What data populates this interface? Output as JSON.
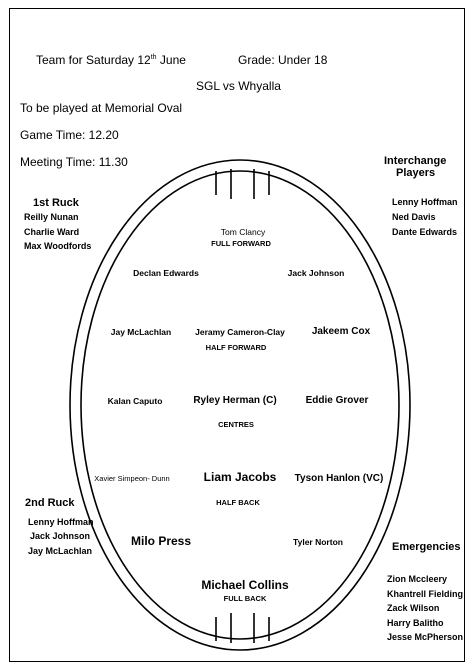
{
  "header": {
    "team_for": "Team for  Saturday 12",
    "team_for_sup": "th",
    "team_for_month": " June",
    "grade": "Grade: Under 18",
    "match": "SGL vs Whyalla",
    "venue": "To be played at Memorial Oval",
    "game_time": "Game Time: 12.20",
    "meeting_time": "Meeting Time: 11.30"
  },
  "interchange": {
    "title_1": "Interchange",
    "title_2": "Players",
    "players": [
      "Lenny Hoffman",
      "Ned Davis",
      "Dante Edwards"
    ]
  },
  "first_ruck": {
    "title": "1st Ruck",
    "players": [
      "Reilly Nunan",
      "Charlie Ward",
      "Max Woodfords"
    ]
  },
  "second_ruck": {
    "title": "2nd Ruck",
    "players": [
      "Lenny Hoffman",
      "Jack Johnson",
      "Jay McLachlan"
    ]
  },
  "emergencies": {
    "title": "Emergencies",
    "players": [
      "Zion Mccleery",
      "Khantrell Fielding",
      "Zack Wilson",
      "Harry Balitho",
      "Jesse McPherson"
    ]
  },
  "field": {
    "full_forward_name": "Tom Clancy",
    "full_forward_label": "FULL FORWARD",
    "fwd_pocket_left": "Declan Edwards",
    "fwd_pocket_right": "Jack Johnson",
    "hf_left": "Jay McLachlan",
    "hf_centre": "Jeramy Cameron-Clay",
    "hf_right": "Jakeem Cox",
    "half_forward_label": "HALF FORWARD",
    "c_left": "Kalan Caputo",
    "c_centre": "Ryley Herman (C)",
    "c_right": "Eddie Grover",
    "centres_label": "CENTRES",
    "hb_left": "Xavier Simpeon- Dunn",
    "hb_centre": "Liam Jacobs",
    "hb_right": "Tyson Hanlon (VC)",
    "half_back_label": "HALF BACK",
    "back_pocket_left": "Milo Press",
    "back_pocket_right": "Tyler Norton",
    "full_back_name": "Michael Collins",
    "full_back_label": "FULL BACK"
  }
}
